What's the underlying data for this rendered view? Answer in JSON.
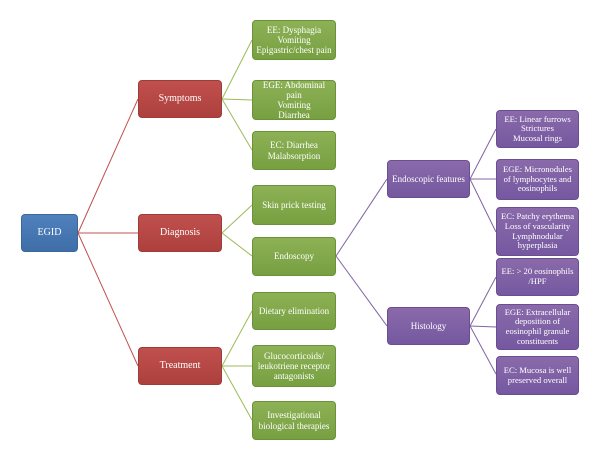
{
  "root": {
    "label": "EGID"
  },
  "categories": {
    "symptoms": {
      "label": "Symptoms"
    },
    "diagnosis": {
      "label": "Diagnosis"
    },
    "treatment": {
      "label": "Treatment"
    }
  },
  "symptoms": {
    "ee": "EE: Dysphagia\nVomiting\nEpigastric/chest pain",
    "ege": "EGE: Abdominal pain\nVomiting\nDiarrhea",
    "ec": "EC: Diarrhea\nMalabsorption"
  },
  "diagnosis": {
    "skin_prick": "Skin prick testing",
    "endoscopy": "Endoscopy"
  },
  "treatment": {
    "dietary": "Dietary elimination",
    "glucocorticoids": "Glucocorticoids/\nleukotriene receptor\nantagonists",
    "investigational": "Investigational\nbiological therapies"
  },
  "endoscopy_branches": {
    "endoscopic_features": "Endoscopic features",
    "histology": "Histology"
  },
  "endoscopic_features": {
    "ee": "EE: Linear furrows\nStrictures\nMucosal rings",
    "ege": "EGE: Micronodules\nof lymphocytes and\neosinophils",
    "ec": "EC: Patchy erythema\nLoss of vascularity\nLymphnodular\nhyperplasia"
  },
  "histology": {
    "ee": "EE: > 20 eosinophils\n/HPF",
    "ege": "EGE: Extracellular\ndeposition of\neosinophil granule\nconstituents",
    "ec": "EC: Mucosa is well\npreserved overall"
  },
  "colors": {
    "root": "#4f81bd",
    "category": "#c0504d",
    "detail": "#8db155",
    "sub": "#8a6aaa",
    "connector_red": "#c0504d",
    "connector_green": "#9bbb59",
    "connector_purple": "#8064a2"
  }
}
